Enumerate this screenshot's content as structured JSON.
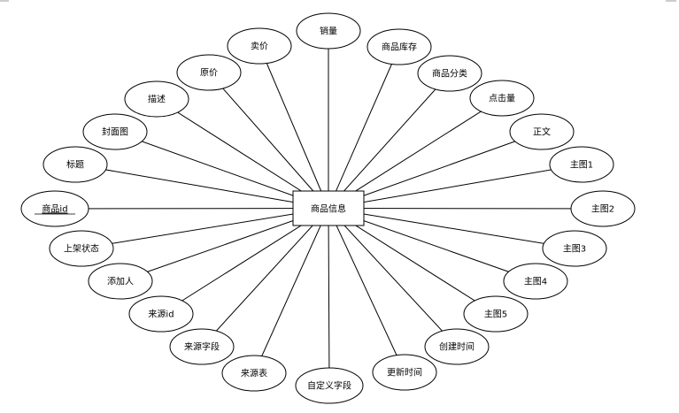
{
  "entity": {
    "label": "商品信息"
  },
  "attributes": [
    {
      "id": "sales",
      "label": "销量",
      "key": false
    },
    {
      "id": "product-stock",
      "label": "商品库存",
      "key": false
    },
    {
      "id": "product-category",
      "label": "商品分类",
      "key": false
    },
    {
      "id": "clicks",
      "label": "点击量",
      "key": false
    },
    {
      "id": "body-text",
      "label": "正文",
      "key": false
    },
    {
      "id": "main-image-1",
      "label": "主图1",
      "key": false
    },
    {
      "id": "main-image-2",
      "label": "主图2",
      "key": false
    },
    {
      "id": "main-image-3",
      "label": "主图3",
      "key": false
    },
    {
      "id": "main-image-4",
      "label": "主图4",
      "key": false
    },
    {
      "id": "main-image-5",
      "label": "主图5",
      "key": false
    },
    {
      "id": "create-time",
      "label": "创建时间",
      "key": false
    },
    {
      "id": "update-time",
      "label": "更新时间",
      "key": false
    },
    {
      "id": "custom-field",
      "label": "自定义字段",
      "key": false
    },
    {
      "id": "source-table",
      "label": "来源表",
      "key": false
    },
    {
      "id": "source-field",
      "label": "来源字段",
      "key": false
    },
    {
      "id": "source-id",
      "label": "来源id",
      "key": false
    },
    {
      "id": "added-by",
      "label": "添加人",
      "key": false
    },
    {
      "id": "listing-status",
      "label": "上架状态",
      "key": false
    },
    {
      "id": "product-id",
      "label": "商品id",
      "key": true
    },
    {
      "id": "title",
      "label": "标题",
      "key": false
    },
    {
      "id": "cover-image",
      "label": "封面图",
      "key": false
    },
    {
      "id": "description",
      "label": "描述",
      "key": false
    },
    {
      "id": "original-price",
      "label": "原价",
      "key": false
    },
    {
      "id": "sale-price",
      "label": "卖价",
      "key": false
    }
  ]
}
